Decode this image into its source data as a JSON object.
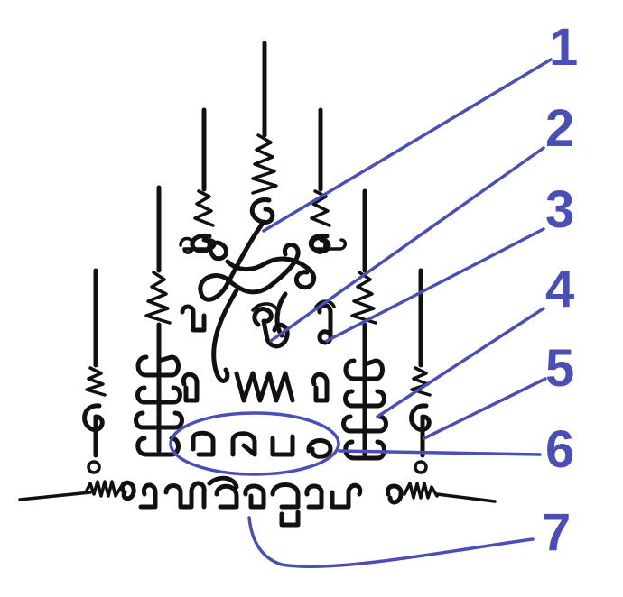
{
  "colors": {
    "ink": "#111111",
    "callout": "#4b4fb5",
    "background": "#ffffff"
  },
  "callouts": [
    {
      "label": "1"
    },
    {
      "label": "2"
    },
    {
      "label": "3"
    },
    {
      "label": "4"
    },
    {
      "label": "5"
    },
    {
      "label": "6"
    },
    {
      "label": "7"
    }
  ]
}
